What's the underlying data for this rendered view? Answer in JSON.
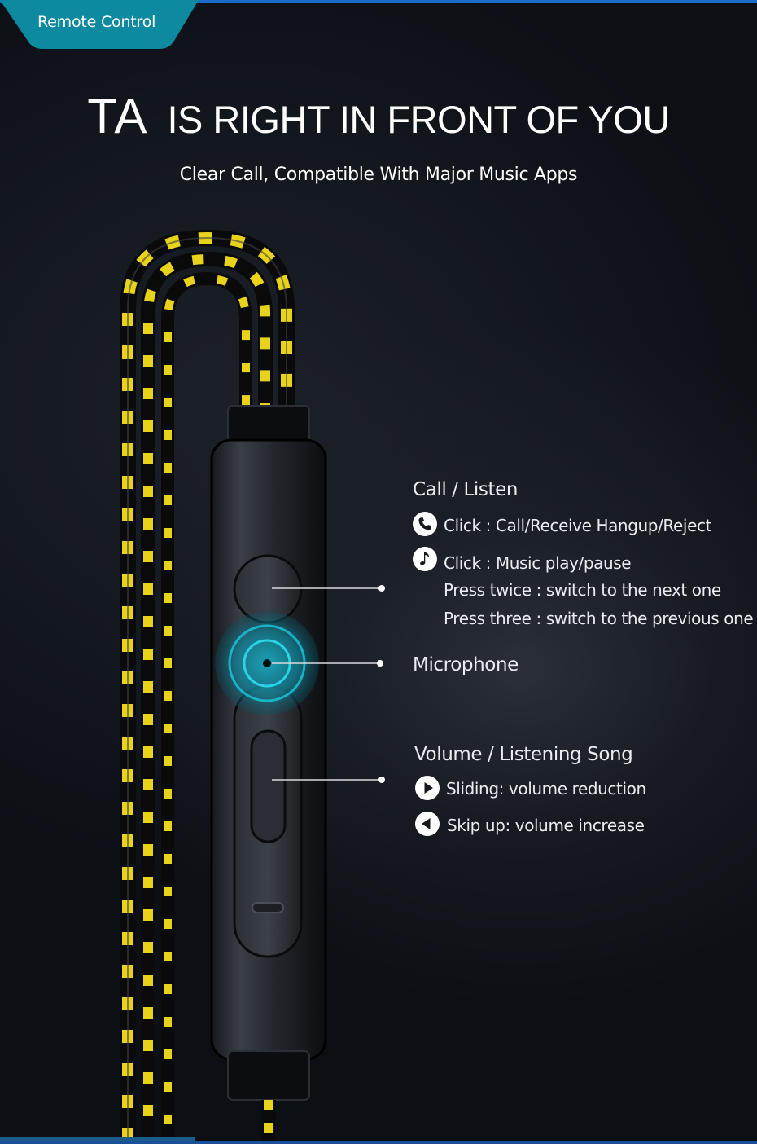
{
  "tab": {
    "label": "Remote Control"
  },
  "headline": {
    "brand": "TA",
    "rest": "IS RIGHT IN FRONT OF YOU"
  },
  "subtitle": "Clear Call, Compatible With Major Music Apps",
  "call_section": {
    "title": "Call / Listen",
    "items": [
      {
        "icon": "phone-icon",
        "text": "Click : Call/Receive Hangup/Reject"
      },
      {
        "icon": "music-note-icon",
        "text": "Click : Music play/pause"
      },
      {
        "icon": "",
        "text": "Press twice : switch to the next one"
      },
      {
        "icon": "",
        "text": "Press three : switch to the previous one"
      }
    ]
  },
  "microphone": {
    "title": "Microphone"
  },
  "volume_section": {
    "title": "Volume / Listening Song",
    "items": [
      {
        "icon": "play-right-icon",
        "text": "Sliding: volume reduction"
      },
      {
        "icon": "play-left-icon",
        "text": "Skip up: volume increase"
      }
    ]
  },
  "colors": {
    "accent_teal": "#0d8aa0",
    "cable_yellow": "#e8d21a",
    "microphone_glow": "#19c3d8",
    "top_line": "#1b6cc9"
  }
}
